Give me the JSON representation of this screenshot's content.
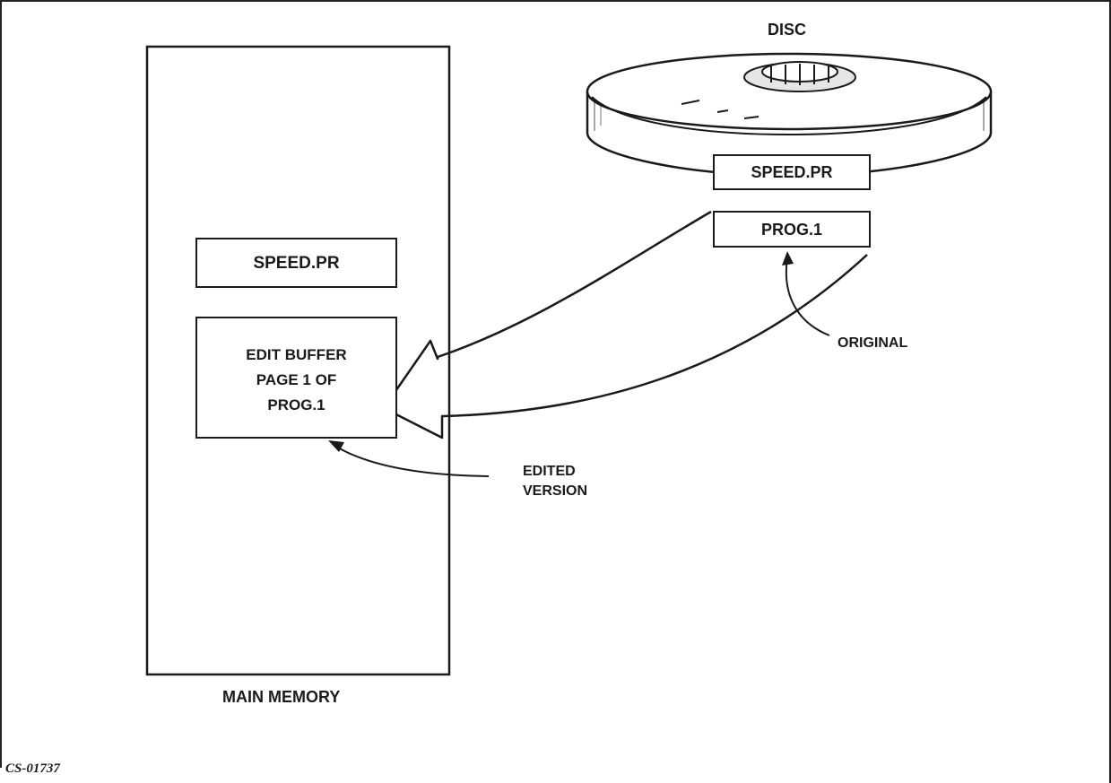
{
  "disc": {
    "label": "DISC",
    "files": [
      "SPEED.PR",
      "PROG.1"
    ]
  },
  "main_memory": {
    "label": "MAIN MEMORY",
    "speed_box": "SPEED.PR",
    "edit_buffer": "EDIT BUFFER\nPAGE 1 OF\nPROG.1"
  },
  "callouts": {
    "original": "ORIGINAL",
    "edited": "EDITED\nVERSION"
  },
  "figure_id": "CS-01737"
}
